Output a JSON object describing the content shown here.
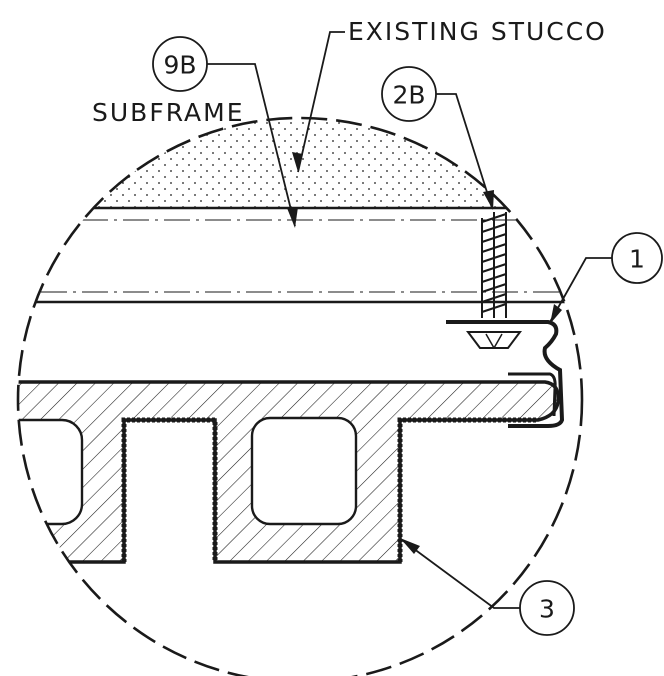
{
  "labels": {
    "existing_stucco": "EXISTING STUCCO",
    "subframe": "SUBFRAME"
  },
  "callouts": {
    "c9b": "9B",
    "c2b": "2B",
    "c1": "1",
    "c3": "3"
  },
  "colors": {
    "ink": "#1a1a1a",
    "paper": "#ffffff"
  }
}
